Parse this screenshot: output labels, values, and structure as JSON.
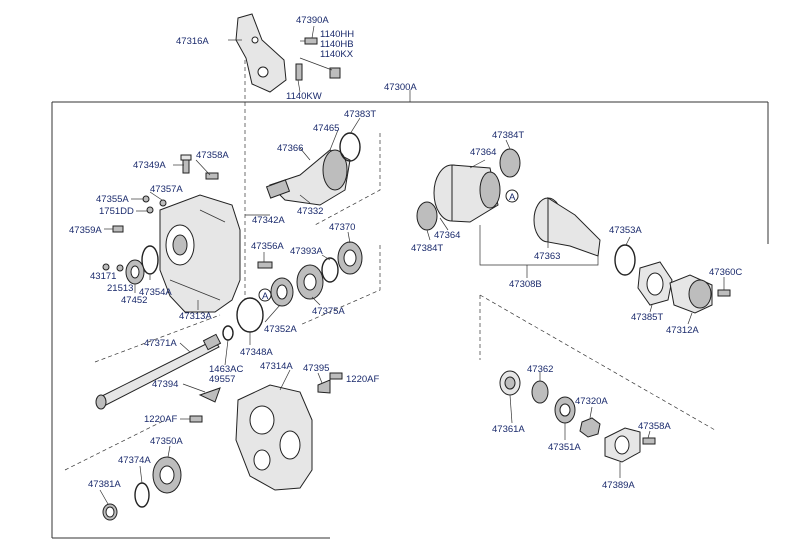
{
  "labels": {
    "l_47390A": "47390A",
    "l_47316A": "47316A",
    "l_1140HH": "1140HH",
    "l_1140HB": "1140HB",
    "l_1140KX": "1140KX",
    "l_1140KW": "1140KW",
    "l_47300A": "47300A",
    "l_47383T": "47383T",
    "l_47465": "47465",
    "l_47366": "47366",
    "l_47332": "47332",
    "l_47342A": "47342A",
    "l_47370": "47370",
    "l_47358A_top": "47358A",
    "l_47349A": "47349A",
    "l_47357A": "47357A",
    "l_47355A": "47355A",
    "l_1751DD": "1751DD",
    "l_47359A": "47359A",
    "l_43171": "43171",
    "l_21513": "21513",
    "l_47452": "47452",
    "l_47354A": "47354A",
    "l_47313A": "47313A",
    "l_47356A": "47356A",
    "l_47393A": "47393A",
    "l_A_callout_left": "A",
    "l_47352A": "47352A",
    "l_47375A": "47375A",
    "l_47348A": "47348A",
    "l_47371A": "47371A",
    "l_1463AC": "1463AC",
    "l_49557": "49557",
    "l_47314A": "47314A",
    "l_47395": "47395",
    "l_1220AF_right": "1220AF",
    "l_47394": "47394",
    "l_1220AF_left": "1220AF",
    "l_47350A": "47350A",
    "l_47374A": "47374A",
    "l_47381A": "47381A",
    "l_47384T_top": "47384T",
    "l_47364_top": "47364",
    "l_A_callout_right": "A",
    "l_47384T_bottom": "47384T",
    "l_47364_bottom": "47364",
    "l_47363": "47363",
    "l_47308B": "47308B",
    "l_47353A": "47353A",
    "l_47360C": "47360C",
    "l_47385T": "47385T",
    "l_47312A": "47312A",
    "l_47362": "47362",
    "l_47361A": "47361A",
    "l_47320A": "47320A",
    "l_47351A": "47351A",
    "l_47358A_bottom": "47358A",
    "l_47389A": "47389A"
  }
}
